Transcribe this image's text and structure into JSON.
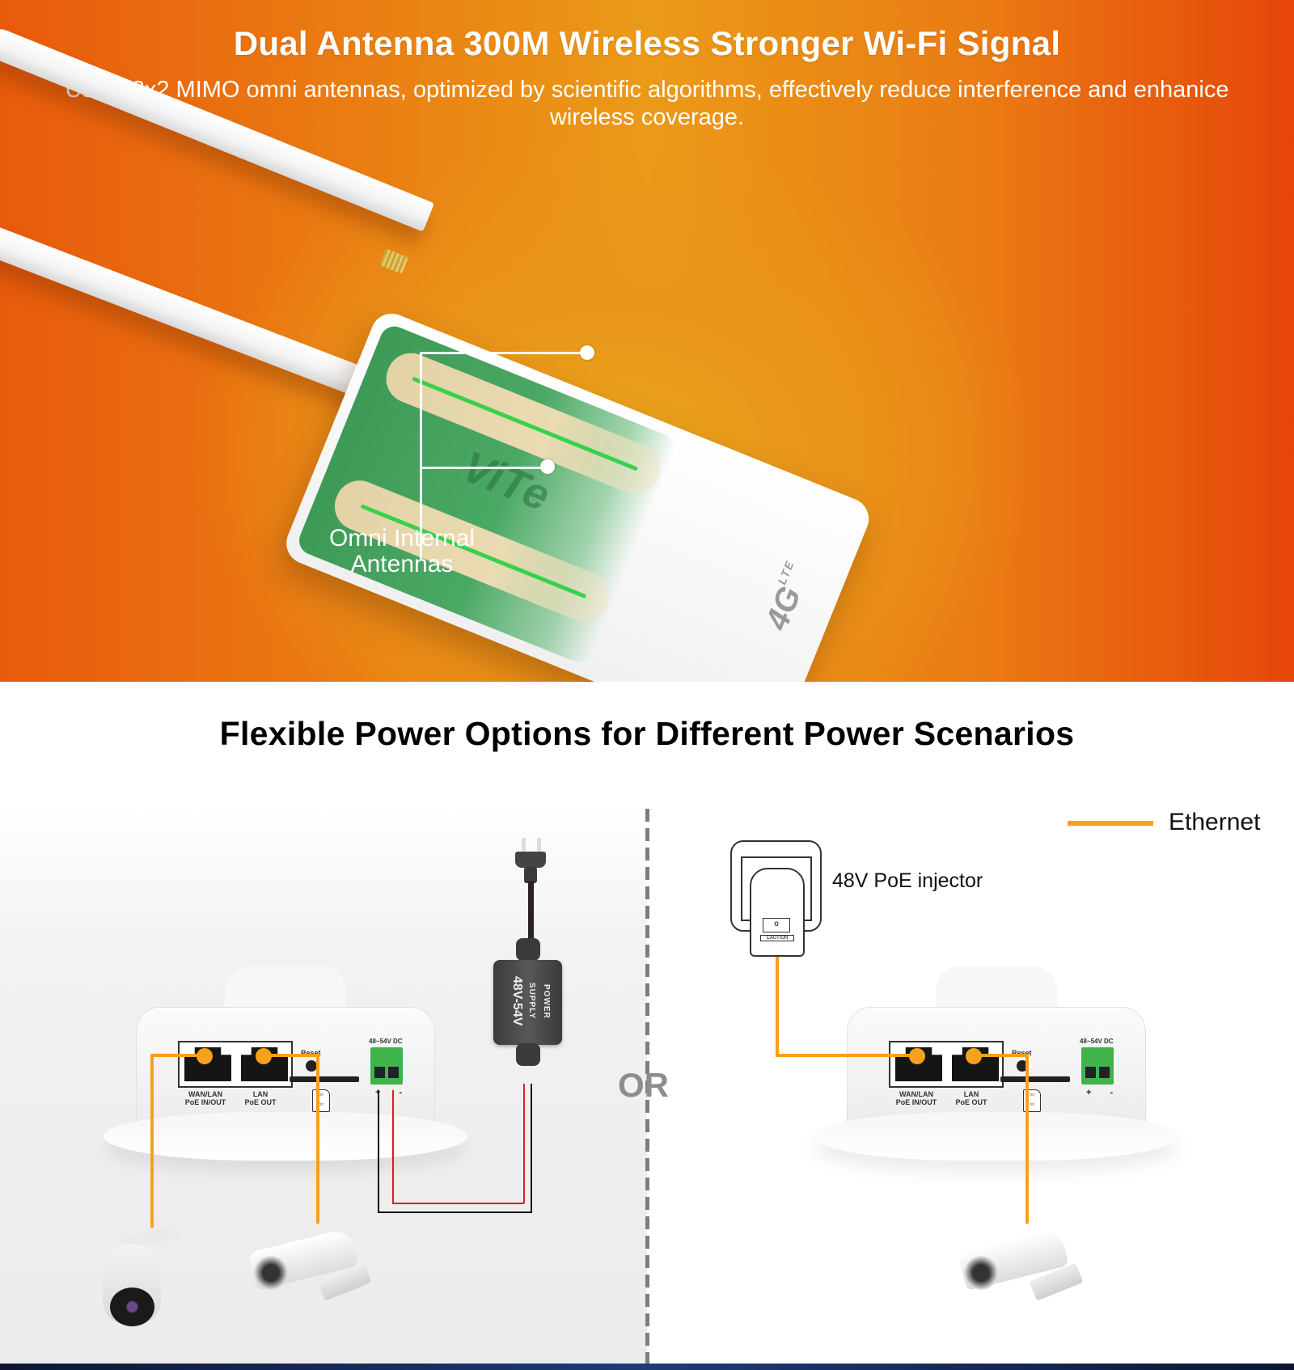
{
  "hero": {
    "title": "Dual Antenna 300M Wireless Stronger Wi-Fi Signal",
    "subtitle": "Using 2x2 MIMO omni antennas, optimized by scientific algorithms, effectively reduce interference and enhanice wireless coverage.",
    "callout_label_line1": "Omni Internal",
    "callout_label_line2": "Antennas",
    "watermark": "ViTe",
    "device_logo": "4G",
    "device_logo_sub": "LTE"
  },
  "power": {
    "title": "Flexible Power Options for Different Power Scenarios",
    "separator_label": "OR",
    "legend": {
      "label": "Ethernet",
      "color": "#f5a11a"
    },
    "router_ports": {
      "wan": [
        "WAN/LAN",
        "PoE IN/OUT"
      ],
      "lan": [
        "LAN",
        "PoE OUT"
      ],
      "reset": "Reset",
      "dc": "48~54V DC",
      "dc_polarity": "+ -"
    },
    "left_option": {
      "psu_line1": "POWER SUPPLY",
      "psu_line2": "48V-54V"
    },
    "right_option": {
      "injector_label": "48V PoE injector",
      "injector_caution": "CAUTION"
    }
  },
  "colors": {
    "ethernet": "#f5a11a",
    "dc_positive_wire": "#111111",
    "dc_negative_wire": "#e11a1a",
    "hero_orange": "#e9951a",
    "terminal_green": "#3fb34c"
  }
}
